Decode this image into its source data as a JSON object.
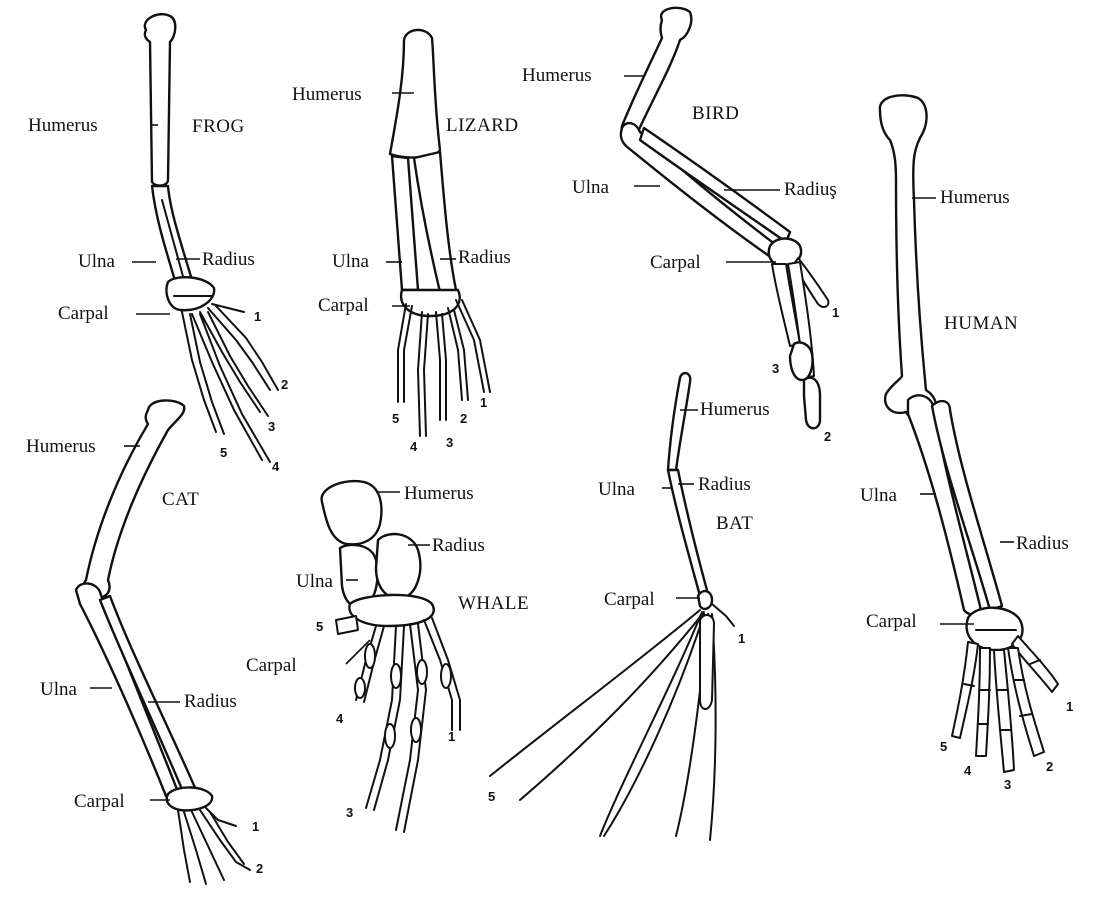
{
  "species": {
    "frog": "FROG",
    "lizard": "LIZARD",
    "bird": "BIRD",
    "human": "HUMAN",
    "cat": "CAT",
    "whale": "WHALE",
    "bat": "BAT"
  },
  "bones": {
    "humerus": "Humerus",
    "ulna": "Ulna",
    "radius": "Radius",
    "radius_bird": "Radiuş",
    "carpal": "Carpal"
  },
  "digits": {
    "d1": "1",
    "d2": "2",
    "d3": "3",
    "d4": "4",
    "d5": "5"
  },
  "colors": {
    "ink": "#111111",
    "background": "#ffffff"
  }
}
